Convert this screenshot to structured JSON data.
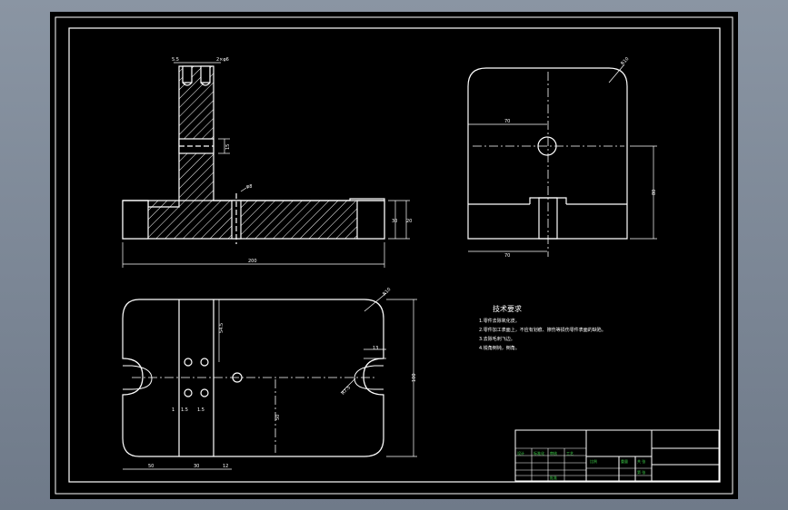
{
  "drawing": {
    "colors": {
      "background": "#000000",
      "line": "#ffffff",
      "hatch": "#ffffff",
      "center_line": "#ffffff",
      "dimension": "#ffffff",
      "title_text": "#3fd24a",
      "window": "#7f8a98"
    },
    "front_view": {
      "dims": {
        "top_left": "5.5",
        "top_right": "2×φ6",
        "mid_height": "15",
        "hole": "φ8",
        "right_inner": "30",
        "right_outer": "20",
        "overall_width": "200"
      }
    },
    "side_view": {
      "dims": {
        "radius": "R10",
        "upper_width": "70",
        "height": "80",
        "lower_width": "70"
      }
    },
    "top_view": {
      "dims": {
        "radius": "R10",
        "slot_width": "13",
        "slot_radius": "R7.5",
        "height": "100",
        "vertical": "54.5",
        "inner": "50",
        "bottom_1": "50",
        "bottom_2": "30",
        "bottom_3": "12",
        "left_a": "1",
        "left_b": "1.5",
        "left_c": "1.5"
      }
    },
    "notes": {
      "title": "技术要求",
      "lines": [
        "1.零件去除氧化皮。",
        "2.零件加工表面上，不应有划痕、擦伤等损伤零件表面的缺陷。",
        "3.去除毛刺飞边。",
        "4.锐角倒钝，倒角。"
      ]
    },
    "title_block": {
      "cells": [
        "设计",
        "标准化",
        "审核",
        "工艺",
        "批准",
        "比例",
        "重量",
        "共 张",
        "第 张"
      ]
    }
  }
}
